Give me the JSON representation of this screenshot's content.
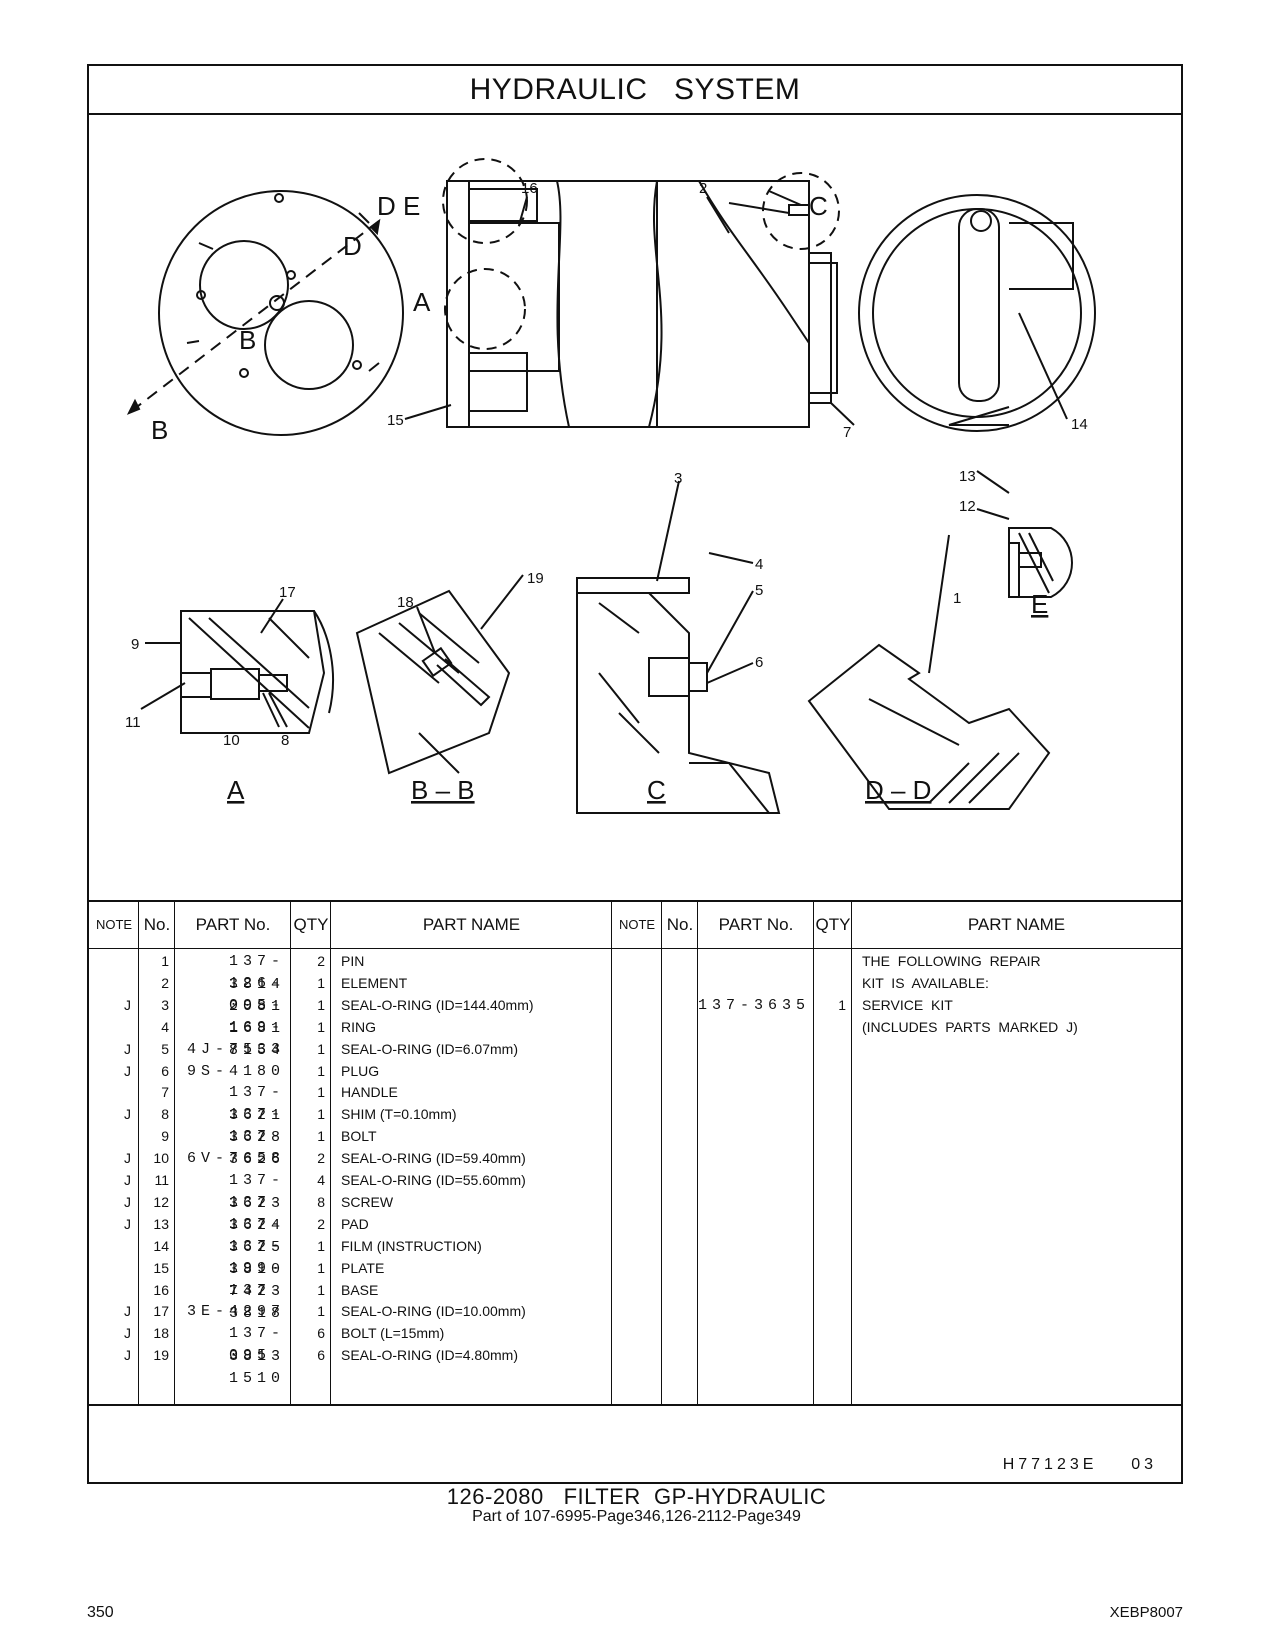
{
  "header": {
    "title": "HYDRAULIC   SYSTEM"
  },
  "diagram": {
    "callouts": [
      "16",
      "2",
      "15",
      "7",
      "14",
      "17",
      "18",
      "19",
      "9",
      "11",
      "10",
      "8",
      "3",
      "4",
      "5",
      "6",
      "13",
      "12",
      "1"
    ],
    "section_markers": {
      "b": "B",
      "d": "D",
      "e": "E",
      "a": "A",
      "c": "C"
    },
    "view_labels": {
      "a": "A",
      "bb": "B – B",
      "c": "C",
      "dd": "D – D",
      "e": "E"
    }
  },
  "table": {
    "headers": {
      "note": "NOTE",
      "no": "No.",
      "part_no": "PART No.",
      "qty": "QTY",
      "part_name": "PART NAME"
    },
    "rows": [
      {
        "note": "",
        "no": "1",
        "part_no": "137-3814",
        "qty": "2",
        "name": "PIN"
      },
      {
        "note": "",
        "no": "2",
        "part_no": "126-2081",
        "qty": "1",
        "name": "ELEMENT"
      },
      {
        "note": "J",
        "no": "3",
        "part_no": "095-1681",
        "qty": "1",
        "name": "SEAL-O-RING (ID=144.40mm)"
      },
      {
        "note": "",
        "no": "4",
        "part_no": "169-8154",
        "qty": "1",
        "name": "RING"
      },
      {
        "note": "J",
        "no": "5",
        "part_no": "4J-7533",
        "qty": "1",
        "name": "SEAL-O-RING (ID=6.07mm)"
      },
      {
        "note": "J",
        "no": "6",
        "part_no": "9S-4180",
        "qty": "1",
        "name": "PLUG"
      },
      {
        "note": "",
        "no": "7",
        "part_no": "137-3621",
        "qty": "1",
        "name": "HANDLE"
      },
      {
        "note": "J",
        "no": "8",
        "part_no": "137-3628",
        "qty": "1",
        "name": "SHIM (T=0.10mm)"
      },
      {
        "note": "",
        "no": "9",
        "part_no": "137-3626",
        "qty": "1",
        "name": "BOLT"
      },
      {
        "note": "J",
        "no": "10",
        "part_no": "6V-7658",
        "qty": "2",
        "name": "SEAL-O-RING (ID=59.40mm)"
      },
      {
        "note": "J",
        "no": "11",
        "part_no": "137-3623",
        "qty": "4",
        "name": "SEAL-O-RING (ID=55.60mm)"
      },
      {
        "note": "J",
        "no": "12",
        "part_no": "137-3624",
        "qty": "8",
        "name": "SCREW"
      },
      {
        "note": "J",
        "no": "13",
        "part_no": "137-3625",
        "qty": "2",
        "name": "PAD"
      },
      {
        "note": "",
        "no": "14",
        "part_no": "137-3810",
        "qty": "1",
        "name": "FILM (INSTRUCTION)"
      },
      {
        "note": "",
        "no": "15",
        "part_no": "199-7423",
        "qty": "1",
        "name": "PLATE"
      },
      {
        "note": "",
        "no": "16",
        "part_no": "137-3818",
        "qty": "1",
        "name": "BASE"
      },
      {
        "note": "J",
        "no": "17",
        "part_no": "3E-4297",
        "qty": "1",
        "name": "SEAL-O-RING (ID=10.00mm)"
      },
      {
        "note": "J",
        "no": "18",
        "part_no": "137-3813",
        "qty": "6",
        "name": "BOLT (L=15mm)"
      },
      {
        "note": "J",
        "no": "19",
        "part_no": "095-1510",
        "qty": "6",
        "name": "SEAL-O-RING (ID=4.80mm)"
      }
    ],
    "kit": {
      "part_no": "137-3635",
      "qty": "1",
      "lines": [
        "THE  FOLLOWING  REPAIR",
        "KIT  IS  AVAILABLE:",
        "SERVICE  KIT",
        "(INCLUDES  PARTS  MARKED  J)"
      ]
    }
  },
  "footer": {
    "code": "H77123E    03",
    "group_title": "126-2080   FILTER  GP-HYDRAULIC",
    "part_of": "Part of 107-6995-Page346,126-2112-Page349",
    "page_number": "350",
    "doc_id": "XEBP8007"
  }
}
